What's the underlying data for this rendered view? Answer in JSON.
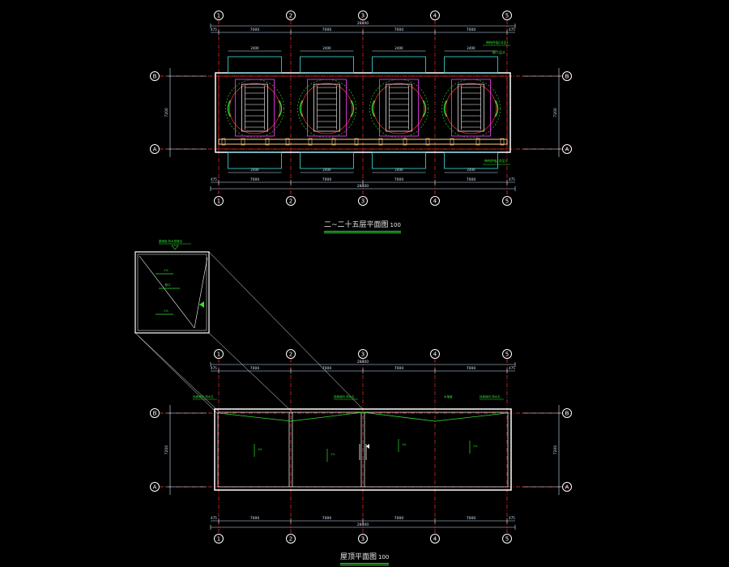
{
  "colors": {
    "background": "#000000",
    "axis_grid": "#ff3030",
    "dimension": "#cfe9ff",
    "wall": "#ffffff",
    "annotation": "#30e030",
    "bubble": "#ffffff",
    "elevator_frame": "#ff40ff",
    "opening": "#40e0e0",
    "beam": "#ffd080"
  },
  "axes": {
    "columns": [
      "1",
      "2",
      "3",
      "4",
      "5"
    ],
    "rows_top": [
      "B",
      "A"
    ]
  },
  "top_plan": {
    "title": "二~二十五层平面图",
    "scale": "100",
    "bay_dims": [
      "7000",
      "7000",
      "7000",
      "7000"
    ],
    "total_dim": "28400",
    "edge_dims": [
      "475",
      "475"
    ],
    "opening_dims": [
      "2400",
      "2400",
      "2400",
      "2400"
    ],
    "depth_dim": "7200",
    "note_top": "带构件板(详见)",
    "note_bottom": "带构件板(详见)",
    "note_small": "嵌二层水"
  },
  "roof_plan": {
    "title": "屋顶平面图",
    "scale": "100",
    "bay_dims": [
      "7000",
      "7000",
      "7000",
      "7000"
    ],
    "total_dim": "28400",
    "edge_dims": [
      "475",
      "475"
    ],
    "depth_dim": "7200",
    "notes_top": [
      "找坡坡向 排水孔",
      "找坡坡向 排水孔",
      "找坡坡向 排水孔"
    ],
    "notes_mid": [
      "1%",
      "1%",
      "1%",
      "1%"
    ],
    "note_downpipe": "水落管"
  },
  "detail": {
    "label_top": "屋面板 防水层做法",
    "slope_labels": [
      "2%",
      "2%"
    ],
    "mid_label": "檐口"
  }
}
